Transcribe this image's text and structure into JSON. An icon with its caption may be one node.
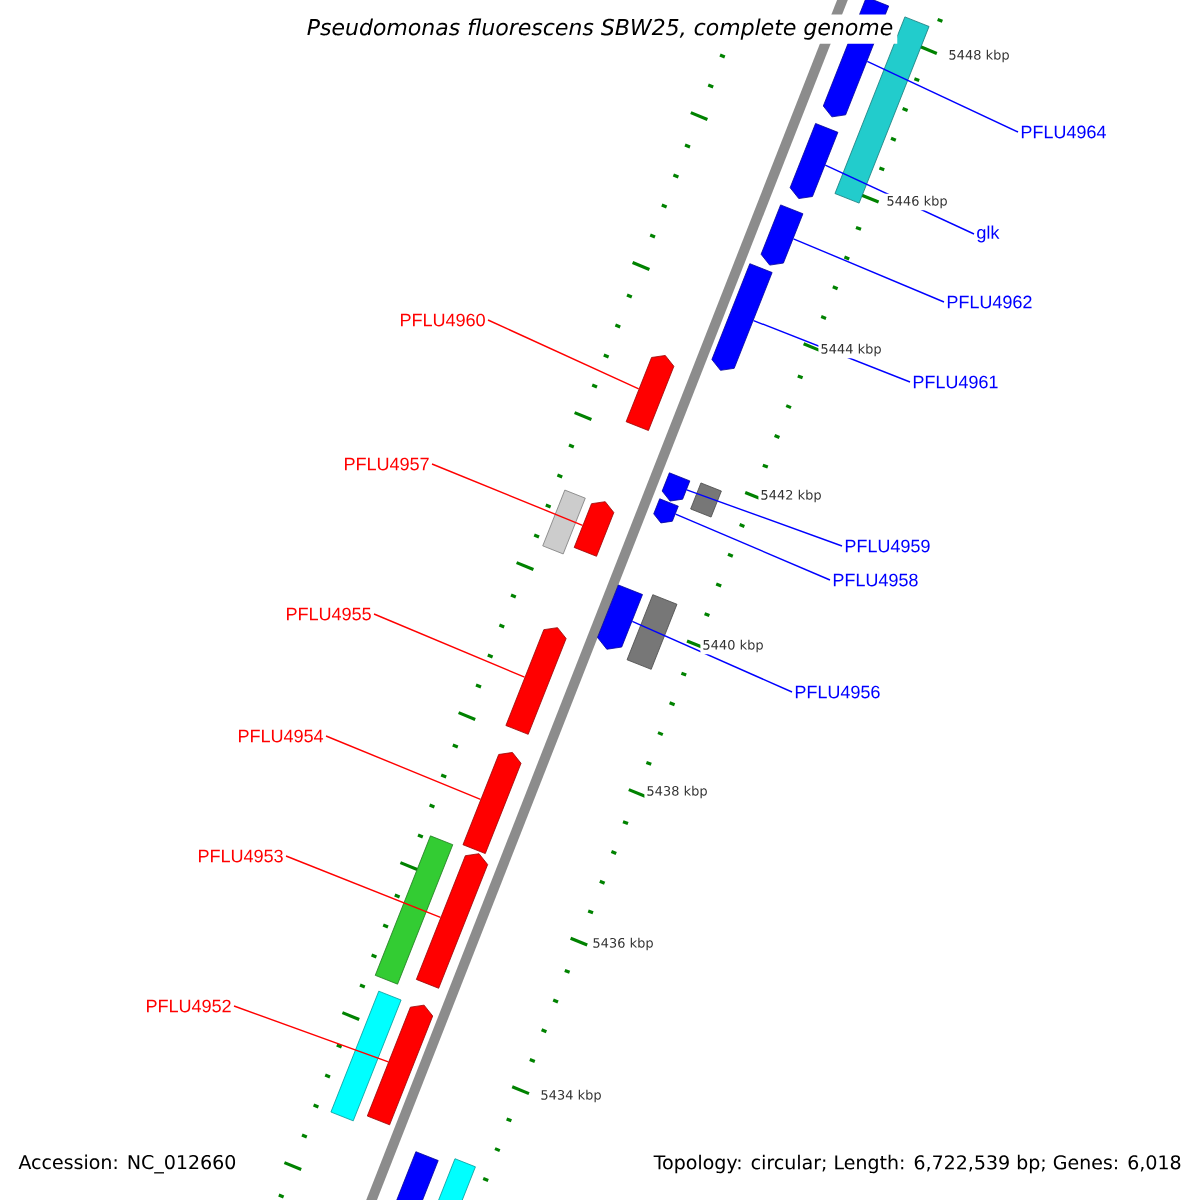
{
  "diagram": {
    "title": "Pseudomonas fluorescens SBW25, complete genome",
    "nodes": [
      {
        "text": [
          "PFLU4964"
        ]
      },
      {
        "text": [
          "glk"
        ]
      },
      {
        "text": [
          "PFLU4962"
        ]
      },
      {
        "text": [
          "PFLU4960"
        ]
      },
      {
        "text": [
          "PFLU4961"
        ]
      },
      {
        "text": [
          "PFLU4957"
        ]
      },
      {
        "text": [
          "PFLU4959"
        ]
      },
      {
        "text": [
          "PFLU4958"
        ]
      },
      {
        "text": [
          "PFLU4955"
        ]
      },
      {
        "text": [
          "PFLU4956"
        ]
      },
      {
        "text": [
          "PFLU4954"
        ]
      },
      {
        "text": [
          "PFLU4953"
        ]
      },
      {
        "text": [
          "PFLU4952"
        ]
      },
      {
        "text": [],
        "shape": "bar"
      },
      {
        "text": [],
        "shape": "box"
      },
      {
        "text": [],
        "shape": "bar"
      },
      {
        "text": [],
        "shape": "bar"
      },
      {
        "text": [],
        "shape": "bar"
      },
      {
        "text": [],
        "shape": "bar"
      },
      {
        "text": [],
        "shape": "bar"
      },
      {
        "text": [],
        "shape": "box"
      },
      {
        "text": [],
        "shape": "bar"
      },
      {
        "text": [],
        "shape": "box"
      },
      {
        "text": [],
        "shape": "bar"
      },
      {
        "text": [],
        "shape": "bar"
      },
      {
        "text": [],
        "shape": "box"
      },
      {
        "text": [],
        "shape": "bar"
      },
      {
        "text": [],
        "shape": "bar"
      },
      {
        "text": [],
        "shape": "box"
      },
      {
        "text": [],
        "shape": "bar"
      },
      {
        "text": [],
        "shape": "box"
      },
      {
        "text": [],
        "shape": "bar"
      },
      {
        "text": [],
        "shape": "box"
      },
      {
        "text": [],
        "shape": "box"
      }
    ],
    "edges": [
      {
        "from": 0,
        "to": 13,
        "arrow": "none",
        "color": "#0000ff"
      },
      {
        "from": 1,
        "to": 15,
        "arrow": "none",
        "color": "#0000ff"
      },
      {
        "from": 2,
        "to": 16,
        "arrow": "none",
        "color": "#0000ff"
      },
      {
        "from": 3,
        "to": 18,
        "arrow": "none",
        "color": "#ff0000"
      },
      {
        "from": 4,
        "to": 17,
        "arrow": "none",
        "color": "#0000ff"
      },
      {
        "from": 5,
        "to": 23,
        "arrow": "none",
        "color": "#ff0000"
      },
      {
        "from": 6,
        "to": 19,
        "arrow": "none",
        "color": "#0000ff"
      },
      {
        "from": 7,
        "to": 21,
        "arrow": "none",
        "color": "#0000ff"
      },
      {
        "from": 8,
        "to": 26,
        "arrow": "none",
        "color": "#ff0000"
      },
      {
        "from": 9,
        "to": 24,
        "arrow": "none",
        "color": "#0000ff"
      },
      {
        "from": 10,
        "to": 27,
        "arrow": "none",
        "color": "#ff0000"
      },
      {
        "from": 11,
        "to": 29,
        "arrow": "none",
        "color": "#ff0000"
      },
      {
        "from": 12,
        "to": 31,
        "arrow": "none",
        "color": "#ff0000"
      }
    ],
    "labels": [
      "5448 kbp",
      "5446 kbp",
      "5444 kbp",
      "5442 kbp",
      "5440 kbp",
      "5438 kbp",
      "5436 kbp",
      "5434 kbp",
      "Accession: NC_012660",
      "Topology: circular; Length: 6,722,539 bp; Genes: 6,018"
    ]
  }
}
